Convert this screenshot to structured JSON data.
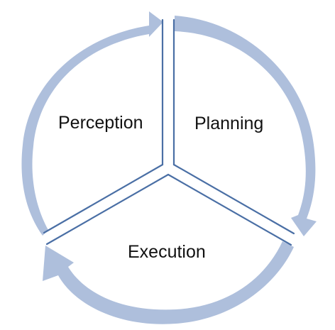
{
  "diagram": {
    "segments": [
      {
        "key": "perception",
        "label": "Perception"
      },
      {
        "key": "planning",
        "label": "Planning"
      },
      {
        "key": "execution",
        "label": "Execution"
      }
    ],
    "colors": {
      "arrow": "#aebfdc",
      "divider": "#4a6fa5",
      "text": "#111111",
      "background": "#ffffff"
    }
  }
}
